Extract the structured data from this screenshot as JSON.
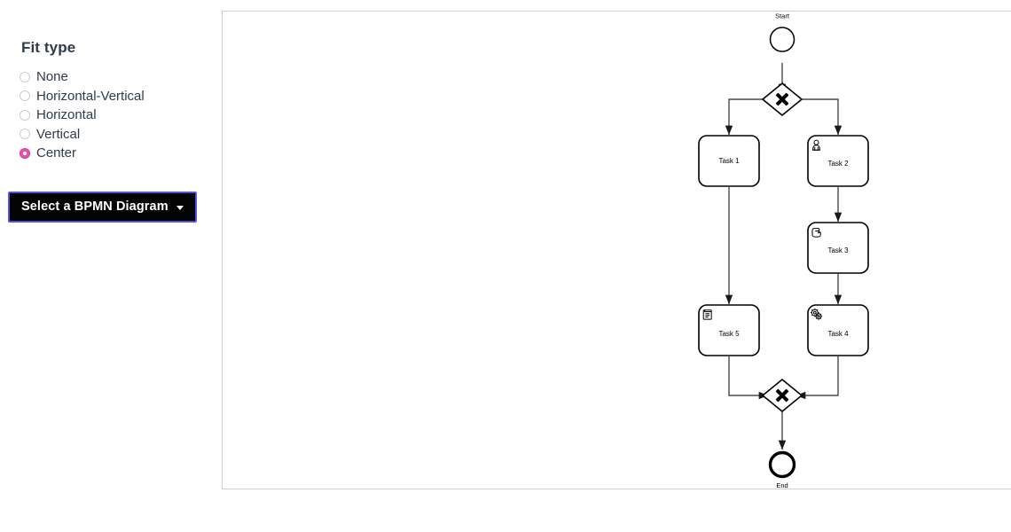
{
  "sidebar": {
    "heading": "Fit type",
    "options": [
      {
        "label": "None",
        "selected": false
      },
      {
        "label": "Horizontal-Vertical",
        "selected": false
      },
      {
        "label": "Horizontal",
        "selected": false
      },
      {
        "label": "Vertical",
        "selected": false
      },
      {
        "label": "Center",
        "selected": true
      }
    ],
    "selected_value": "Center",
    "diagram_select_label": "Select a BPMN Diagram",
    "diagram_select_caret": "chevron-down-icon",
    "accent_color": "#e652ad",
    "button_bg": "#040404",
    "button_focus_ring": "#5b57e0"
  },
  "canvas": {
    "border_color": "#cfcfcf",
    "background": "#ffffff"
  },
  "diagram": {
    "type": "bpmn-process",
    "start_event": {
      "id": "start",
      "label": "Start",
      "shape": "circle-thin"
    },
    "end_event": {
      "id": "end",
      "label": "End",
      "shape": "circle-thick"
    },
    "gateways": [
      {
        "id": "gw-split",
        "type": "exclusive",
        "glyph": "x-mark"
      },
      {
        "id": "gw-join",
        "type": "exclusive",
        "glyph": "x-mark"
      }
    ],
    "tasks": [
      {
        "id": "task1",
        "label": "Task 1",
        "icon": "none",
        "icon_name": "plain-task-icon"
      },
      {
        "id": "task2",
        "label": "Task 2",
        "icon": "user",
        "icon_name": "user-task-icon"
      },
      {
        "id": "task3",
        "label": "Task 3",
        "icon": "manual",
        "icon_name": "manual-task-hand-icon"
      },
      {
        "id": "task4",
        "label": "Task 4",
        "icon": "service",
        "icon_name": "service-task-gears-icon"
      },
      {
        "id": "task5",
        "label": "Task 5",
        "icon": "script",
        "icon_name": "script-task-scroll-icon"
      }
    ],
    "flows": [
      {
        "from": "start",
        "to": "gw-split"
      },
      {
        "from": "gw-split",
        "to": "task1"
      },
      {
        "from": "gw-split",
        "to": "task2"
      },
      {
        "from": "task1",
        "to": "task5"
      },
      {
        "from": "task2",
        "to": "task3"
      },
      {
        "from": "task3",
        "to": "task4"
      },
      {
        "from": "task5",
        "to": "gw-join"
      },
      {
        "from": "task4",
        "to": "gw-join"
      },
      {
        "from": "gw-join",
        "to": "end"
      }
    ],
    "flow_color": "#4a4a4a",
    "shape_color": "#000000"
  }
}
